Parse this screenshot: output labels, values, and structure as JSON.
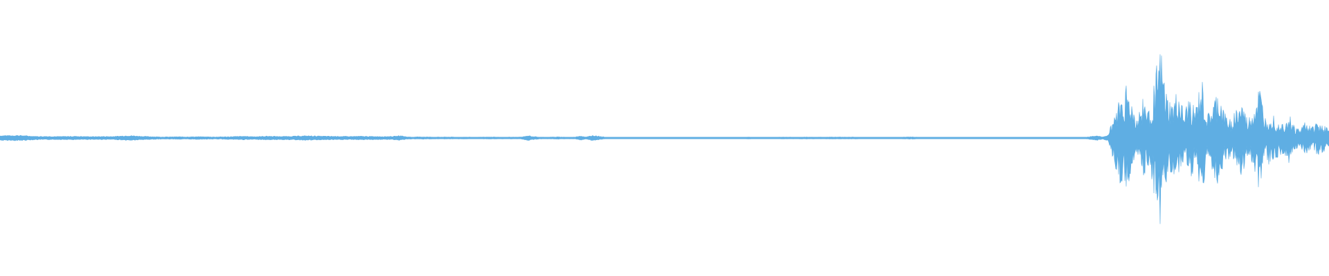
{
  "waveform": {
    "color": "#5faee3",
    "background": "#ffffff",
    "amplitude_envelope": [
      0.03,
      0.032,
      0.031,
      0.034,
      0.03,
      0.026,
      0.022,
      0.02,
      0.021,
      0.02,
      0.019,
      0.02,
      0.021,
      0.022,
      0.02,
      0.019,
      0.018,
      0.019,
      0.02,
      0.019,
      0.021,
      0.026,
      0.03,
      0.028,
      0.024,
      0.02,
      0.018,
      0.016,
      0.014,
      0.014,
      0.015,
      0.016,
      0.015,
      0.016,
      0.017,
      0.016,
      0.015,
      0.014,
      0.015,
      0.016,
      0.018,
      0.02,
      0.022,
      0.02,
      0.018,
      0.02,
      0.024,
      0.022,
      0.02,
      0.021,
      0.022,
      0.024,
      0.026,
      0.028,
      0.026,
      0.024,
      0.023,
      0.022,
      0.022,
      0.021,
      0.02,
      0.021,
      0.022,
      0.021,
      0.02,
      0.02,
      0.019,
      0.02,
      0.022,
      0.03,
      0.016,
      0.012,
      0.014,
      0.015,
      0.013,
      0.012,
      0.012,
      0.013,
      0.012,
      0.011,
      0.012,
      0.011,
      0.01,
      0.011,
      0.012,
      0.013,
      0.011,
      0.01,
      0.012,
      0.011,
      0.014,
      0.03,
      0.018,
      0.012,
      0.01,
      0.012,
      0.014,
      0.012,
      0.01,
      0.011,
      0.028,
      0.012,
      0.032,
      0.026,
      0.014,
      0.008,
      0.006,
      0.006,
      0.006,
      0.006,
      0.006,
      0.006,
      0.006,
      0.006,
      0.007,
      0.006,
      0.006,
      0.007,
      0.008,
      0.007,
      0.007,
      0.007,
      0.008,
      0.007,
      0.007,
      0.008,
      0.008,
      0.007,
      0.007,
      0.012,
      0.008,
      0.007,
      0.008,
      0.009,
      0.01,
      0.012,
      0.011,
      0.01,
      0.011,
      0.012,
      0.011,
      0.01,
      0.011,
      0.012,
      0.013,
      0.012,
      0.011,
      0.012,
      0.011,
      0.01,
      0.009,
      0.008,
      0.008,
      0.008,
      0.009,
      0.01,
      0.012,
      0.013,
      0.011,
      0.01,
      0.009,
      0.007,
      0.006,
      0.006,
      0.006,
      0.005,
      0.005,
      0.005,
      0.005,
      0.005,
      0.005,
      0.005,
      0.005,
      0.005,
      0.005,
      0.005,
      0.005,
      0.005,
      0.005,
      0.005,
      0.005,
      0.005,
      0.006,
      0.007,
      0.005,
      0.006,
      0.008,
      0.01,
      0.018,
      0.03,
      0.012,
      0.04,
      0.3,
      0.5,
      0.62,
      0.42,
      0.22,
      0.5,
      0.3,
      0.72,
      1.0,
      0.5,
      0.38,
      0.56,
      0.28,
      0.48,
      0.32,
      0.7,
      0.24,
      0.4,
      0.56,
      0.28,
      0.22,
      0.34,
      0.42,
      0.2,
      0.36,
      0.6,
      0.24,
      0.34,
      0.22,
      0.18,
      0.3,
      0.14,
      0.1,
      0.22,
      0.12,
      0.2,
      0.16,
      0.1
    ]
  }
}
